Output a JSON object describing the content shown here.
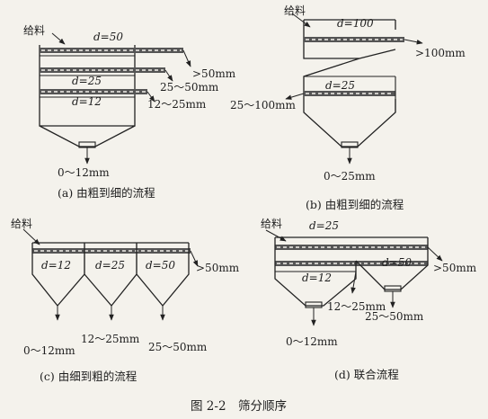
{
  "figure": {
    "caption": "图 2-2　筛分顺序"
  },
  "panel_a": {
    "feed": "给料",
    "d1": "d=50",
    "d2": "d=25",
    "d3": "d=12",
    "out1": ">50mm",
    "out2": "25～50mm",
    "out3": "12～25mm",
    "bottom": "0～12mm",
    "caption": "(a) 由粗到细的流程"
  },
  "panel_b": {
    "feed": "给料",
    "d1": "d=100",
    "d2": "d=25",
    "out1": ">100mm",
    "out2": "25～100mm",
    "bottom": "0～25mm",
    "caption": "(b) 由粗到细的流程"
  },
  "panel_c": {
    "feed": "给料",
    "d1": "d=12",
    "d2": "d=25",
    "d3": "d=50",
    "out1": ">50mm",
    "b1": "0～12mm",
    "b2": "12～25mm",
    "b3": "25～50mm",
    "caption": "(c) 由细到粗的流程"
  },
  "panel_d": {
    "feed": "给料",
    "d1": "d=25",
    "d2": "d=12",
    "d3": "d=50",
    "out1": ">50mm",
    "out2": "12～25mm",
    "b1": "0～12mm",
    "b2": "25～50mm",
    "caption": "(d) 联合流程"
  }
}
